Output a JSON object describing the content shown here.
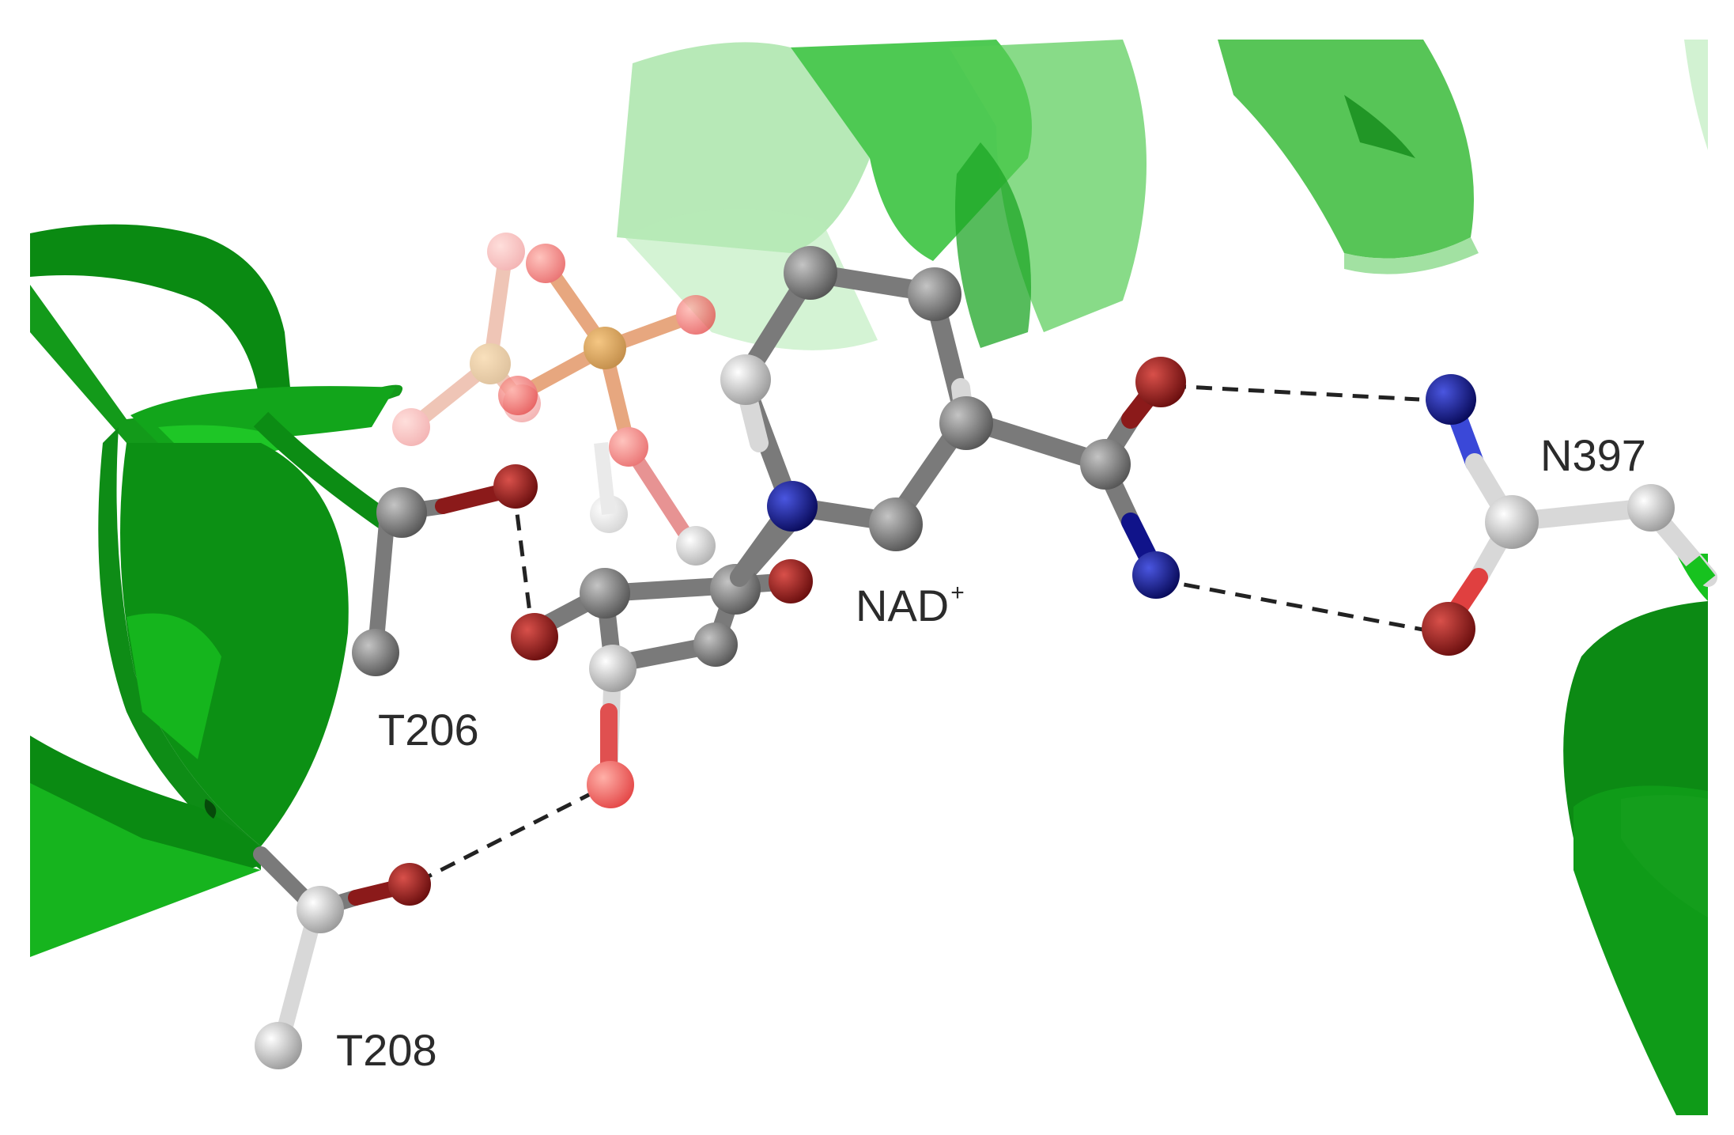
{
  "labels": {
    "t206": "T206",
    "t208": "T208",
    "nad": "NAD",
    "nad_charge": "+",
    "n397": "N397"
  },
  "colors": {
    "background": "#ffffff",
    "helix_dark": "#0a8a12",
    "helix_mid": "#17b81f",
    "helix_light": "#8fdc8f",
    "carbon_gray": "#7a7a7a",
    "carbon_white": "#d8d8d8",
    "oxygen": "#8b1a1a",
    "oxygen_light": "#f06a6a",
    "nitrogen": "#10138a",
    "phosphorus": "#d08a2a",
    "hbond": "#222222"
  }
}
